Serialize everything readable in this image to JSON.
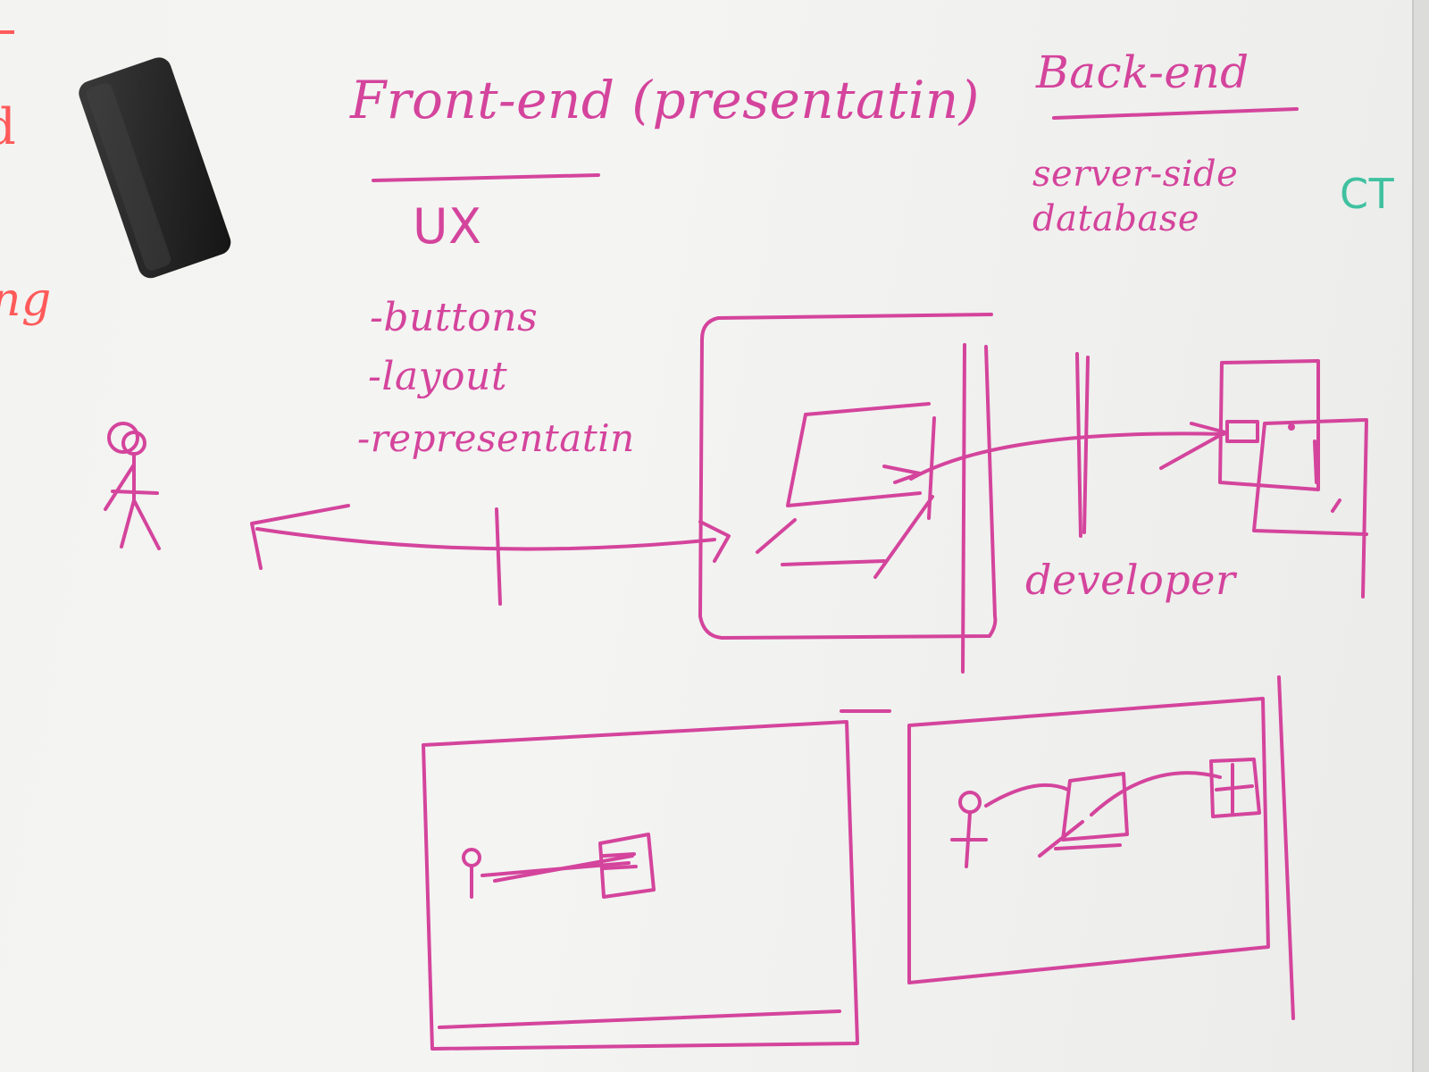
{
  "colors": {
    "board": "#f3f3f1",
    "marker_magenta": "#d4449c",
    "marker_red": "#ff5a5a",
    "marker_teal": "#3fc1a0",
    "eraser": "#232323"
  },
  "labels": {
    "frontend_heading": "Front-end (presentatin)",
    "backend_heading": "Back-end",
    "ux": "UX",
    "bullet_buttons": "-buttons",
    "bullet_layout": "-layout",
    "bullet_representation": "-representatin",
    "server_side": "server-side",
    "database": "database",
    "developer": "developer",
    "edge_right": "CT",
    "edge_left_top": "d",
    "edge_left_mid": "ng"
  },
  "icons": {
    "eraser": "eraser-icon",
    "stick_figure": "stick-figure-icon"
  }
}
